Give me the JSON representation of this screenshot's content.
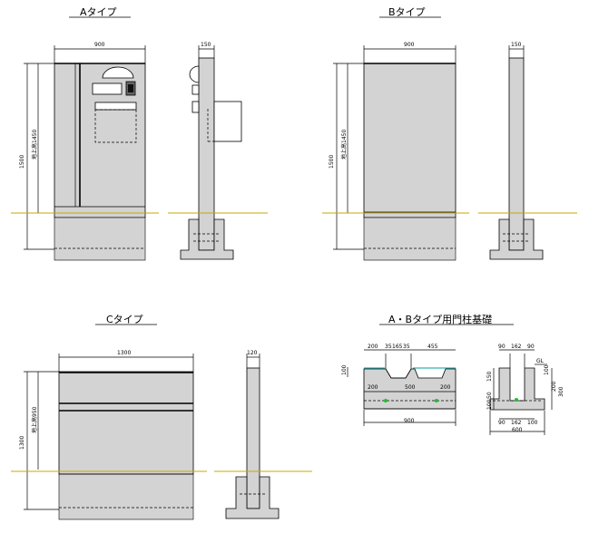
{
  "titles": {
    "a": "Aタイプ",
    "b": "Bタイプ",
    "c": "Cタイプ",
    "foundation": "A・Bタイプ用門柱基礎"
  },
  "a_front": {
    "width": "900",
    "height": "1500",
    "above_ground": "地上高1450"
  },
  "a_side": {
    "width": "150"
  },
  "b_front": {
    "width": "900",
    "height": "1500",
    "above_ground": "地上高1450"
  },
  "b_side": {
    "width": "150"
  },
  "c_front": {
    "width": "1300",
    "height": "1300",
    "above_ground": "地上高950"
  },
  "c_side": {
    "width": "120"
  },
  "foundation_front": {
    "top_200": "200",
    "top_35a": "35",
    "top_165": "165",
    "top_35b": "35",
    "top_455": "455",
    "left_100": "100",
    "mid_200a": "200",
    "mid_500": "500",
    "mid_200b": "200",
    "bottom_900": "900"
  },
  "foundation_side": {
    "top_90a": "90",
    "top_162": "162",
    "top_90b": "90",
    "gl": "GL",
    "r_100": "100",
    "r_200": "200",
    "r_300": "300",
    "l_150": "150",
    "l_50": "50",
    "l_100": "100",
    "bot_90a": "90",
    "bot_162": "162",
    "bot_90b": "100",
    "bottom_600": "600"
  }
}
